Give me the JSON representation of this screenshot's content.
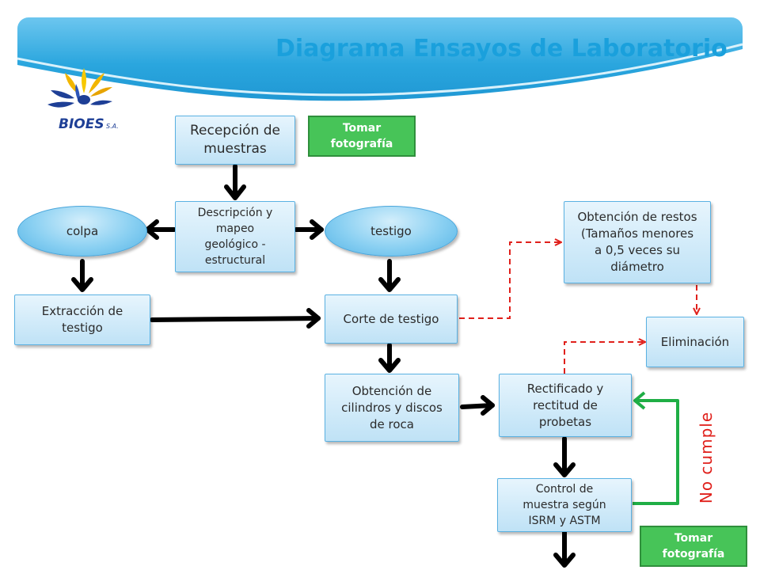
{
  "header": {
    "title": "Diagrama Ensayos de Laboratorio"
  },
  "logo": {
    "text": "BIOES",
    "suffix": "S.A.",
    "icon": "sun-flower-logo"
  },
  "nodes": {
    "recepcion": "Recepción de\nmuestras",
    "tomar_foto_1": "Tomar\nfotografía",
    "descripcion": "Descripción y\nmapeo\ngeológico -\nestructural",
    "colpa": "colpa",
    "testigo": "testigo",
    "obtencion_restos": "Obtención de restos\n(Tamaños menores\na 0,5 veces su\ndiámetro",
    "extraccion": "Extracción de\ntestigo",
    "corte": "Corte de testigo",
    "eliminacion": "Eliminación",
    "obtencion_cilindros": "Obtención de\ncilindros y discos\nde roca",
    "rectificado": "Rectificado y\nrectitud de\nprobetas",
    "control": "Control de\nmuestra según\nISRM y ASTM",
    "tomar_foto_2": "Tomar\nfotografía"
  },
  "labels": {
    "no_cumple": "No cumple"
  },
  "colors": {
    "header": "#2aa6de",
    "title": "#1aa0dc",
    "box_fill": "#bfe2f6",
    "box_border": "#5ab1e2",
    "green": "#47c458",
    "dashed": "#e0201b",
    "loop": "#1fae45",
    "arrow": "#000000"
  }
}
